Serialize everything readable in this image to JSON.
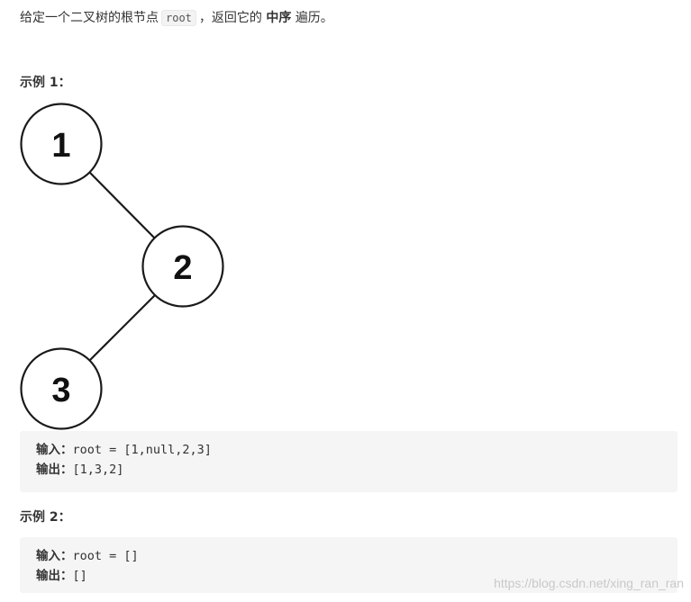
{
  "description": {
    "prefix": "给定一个二叉树的根节点",
    "code": "root",
    "middle": "，返回它的",
    "emphasis": "中序",
    "suffix": "遍历。"
  },
  "example1": {
    "title": "示例 1：",
    "tree_nodes": [
      "1",
      "2",
      "3"
    ],
    "input_label": "输入：",
    "input_value": "root = [1,null,2,3]",
    "output_label": "输出：",
    "output_value": "[1,3,2]"
  },
  "example2": {
    "title": "示例 2：",
    "input_label": "输入：",
    "input_value": "root = []",
    "output_label": "输出：",
    "output_value": "[]"
  },
  "watermark": "https://blog.csdn.net/xing_ran_ran",
  "colors": {
    "code_background": "#f5f5f5",
    "text": "#333333",
    "tree_stroke": "#1a1a1a",
    "watermark": "#c9c9c9"
  }
}
